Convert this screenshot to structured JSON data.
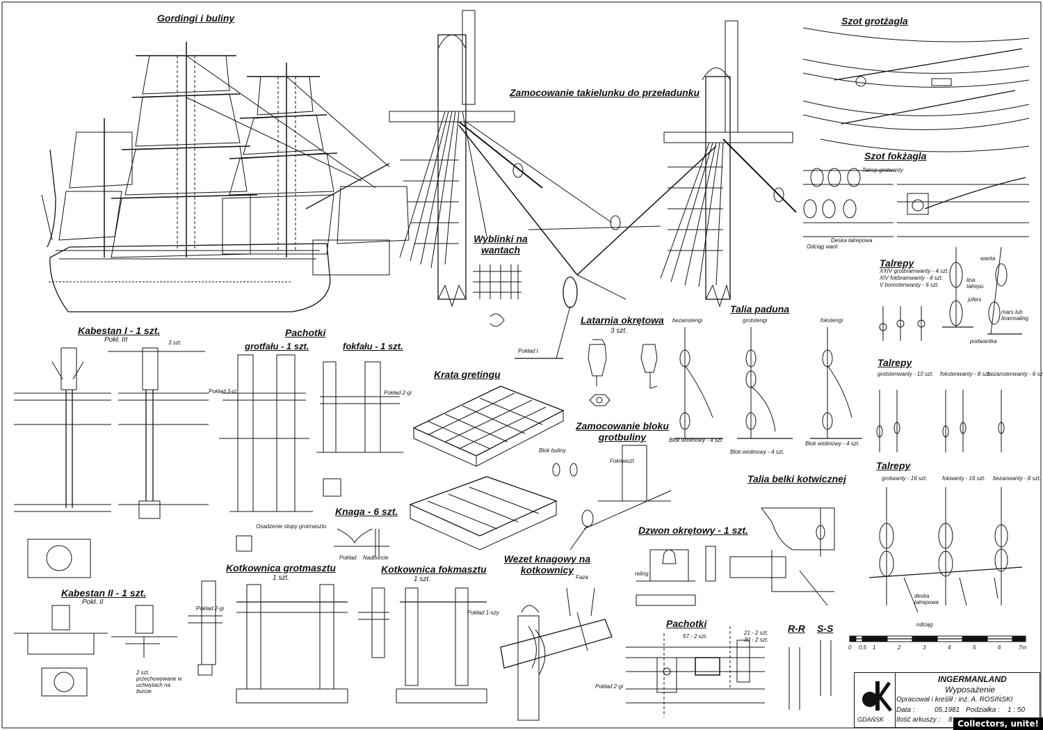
{
  "titles": {
    "gordingi": "Gordingi i buliny",
    "zamocowanie_takielunku": "Zamocowanie takielunku do przeładunku",
    "szot_grotzagla": "Szot grotżagla",
    "szot_fokzagla": "Szot fokżagla",
    "wyblinki": "Wyblinki na wantach",
    "latarnia": "Latarnia okrętowa",
    "latarnia_qty": "3 szt.",
    "talia_paduna": "Talia paduna",
    "talrepy_1": "Talrepy",
    "talrepy_2": "Talrepy",
    "talrepy_3": "Talrepy",
    "kabestan_1": "Kabestan I - 1 szt.",
    "kabestan_1_sub": "Pokł. III",
    "kabestan_2": "Kabestan II - 1 szt.",
    "kabestan_2_sub": "Pokł. II",
    "pachotki": "Pachotki",
    "grotfalu": "grotfału - 1 szt.",
    "fokfalu": "fokfału - 1 szt.",
    "krata": "Krata gretingu",
    "zamocowanie_bloku": "Zamocowanie bloku grotbuliny",
    "talia_belki": "Talia belki kotwicznej",
    "knaga": "Knaga - 6 szt.",
    "dzwon": "Dzwon okrętowy - 1 szt.",
    "kotkownica_grot": "Kotkownica grotmasztu",
    "kotkownica_grot_qty": "1 szt.",
    "kotkownica_fok": "Kotkownica fokmasztu",
    "kotkownica_fok_qty": "1 szt.",
    "wezel": "Wezet knagowy na kotkownicy",
    "pachotki_2": "Pachotki",
    "rr": "R-R",
    "ss": "S-S"
  },
  "labels": {
    "talia_cols": [
      "bezanstengi",
      "grotstengi",
      "fokstengi"
    ],
    "blok": [
      "Blok wiolinowy - 4 szt.",
      "Blok wiolinowy - 4 szt.",
      "Blok wiolinowy - 4 szt."
    ],
    "talrepy_1_lines": [
      "XXIV  grotbramwanty - 4 szt.",
      "XIV  fokbramwanty - 4 szt.",
      "V  bomstenwanty - 6 szt."
    ],
    "talrepy_2_lines": [
      "grotstenwanty - 10 szt.",
      "fokstenwanty - 8 szt.",
      "bezanstenwanty - 6 szt."
    ],
    "talrepy_3_lines": [
      "grotwanty - 16 szt.",
      "fokwanty - 16 szt.",
      "bezanwanty - 8 szt."
    ],
    "poklad_1": "Pokład I",
    "poklad_3": "Pokład 3-ci",
    "poklad_2": "Pokład 2-gi",
    "poklad_2b": "Pokład 2-gi",
    "poklad_1b": "Pokład 1-szy",
    "pokl_2c": "Pokład 2-gi",
    "osadzenie": "Osadzenie stopy grotmasztu",
    "kabestan_note": "2 szt. przechowywane w uchwytach na burcie",
    "kabestan_3szt": "3 szt.",
    "blok_buliny": "Blok buliny",
    "fokmaszt": "Fokmaszt",
    "reling": "reling",
    "poklad": "Pokład",
    "nadburcie": "Nadburcie",
    "faza": "Faza",
    "odciag_want": "Odciąg want",
    "deska_talrepowa": "Deska talrepowa",
    "talrep_grotwanty": "Talrep grotwanty",
    "wanta": "wanta",
    "lina_talrepu": "lina talrepu",
    "jufers": "jufers",
    "mars_lub": "mars lub bramsaling",
    "podwantka": "podwantka",
    "odciag": "odciąg",
    "deska_talrepowa_2": "deska talrepowa",
    "pachotki_57": "57 - 2 szt.",
    "pachotki_21": "21 - 2 szt.",
    "pachotki_30": "30 - 2 szt."
  },
  "scale": {
    "ticks": [
      "0",
      "0,5",
      "1",
      "2",
      "3",
      "4",
      "5",
      "6",
      "7m"
    ]
  },
  "title_block": {
    "ship": "INGERMANLAND",
    "sheet": "Wyposażenie",
    "author": "Opracował i kreślił : inż. A. ROSIŃSKI",
    "date_label": "Data :",
    "date": "05.1981",
    "scale_label": "Podziałka :",
    "scale": "1 : 50",
    "sheets_label": "Ilość arkuszy :",
    "sheets": "8",
    "city": "GDAŃSK"
  },
  "watermark": "Collectors, unite!"
}
